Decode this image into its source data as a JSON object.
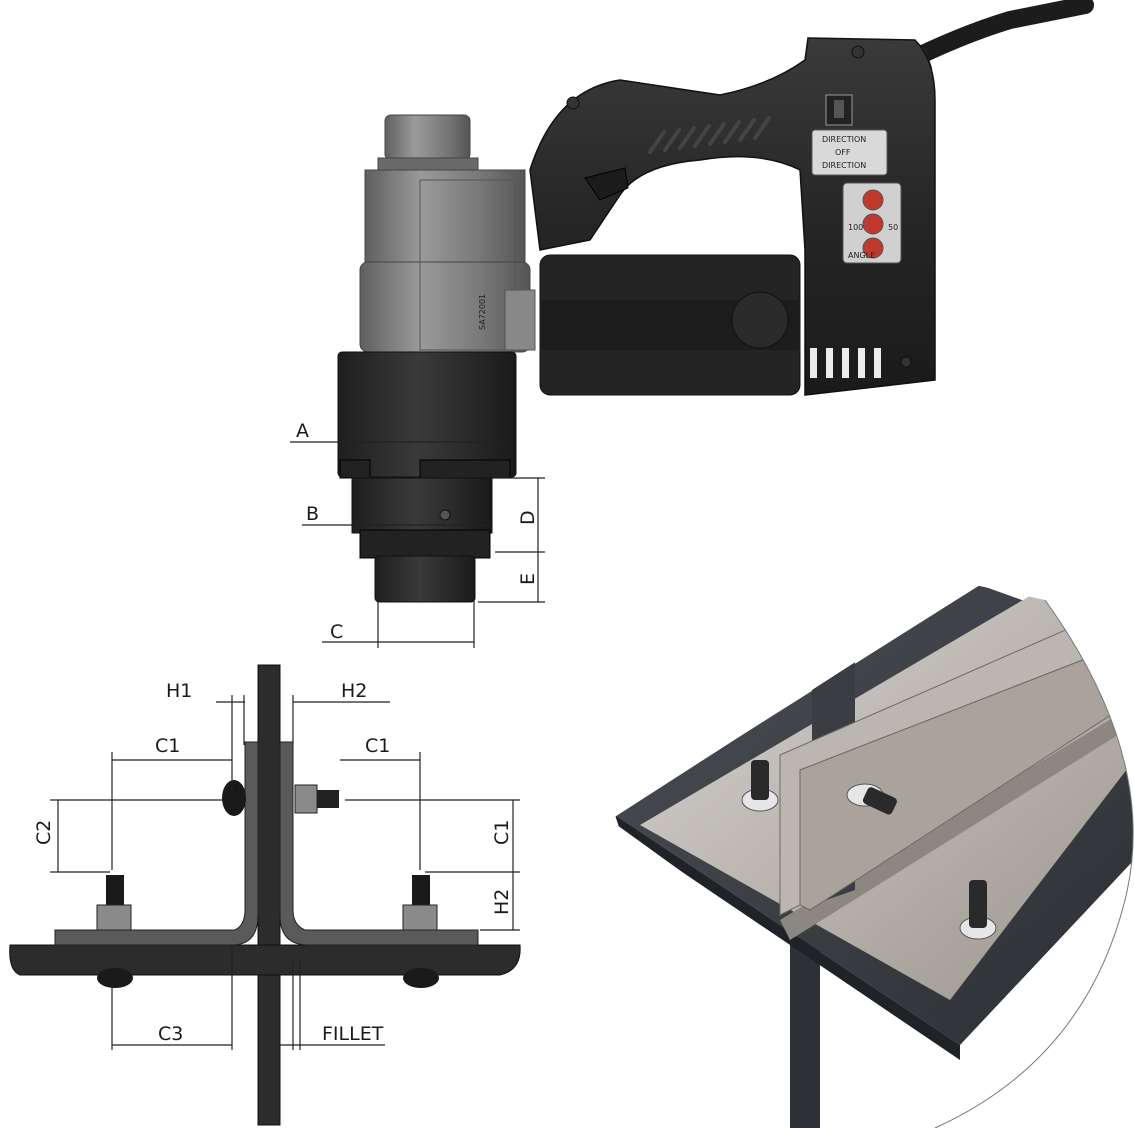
{
  "tool": {
    "serial_label": "SA72001",
    "direction_label_1": "DIRECTION",
    "direction_label_2": "OFF",
    "direction_label_3": "DIRECTION",
    "panel_label_1": "ANGLE",
    "panel_label_2": "100",
    "panel_label_3": "50",
    "colors": {
      "body": "#2b2b2b",
      "gray": "#7d7d7d",
      "light": "#9e9e9e",
      "red": "#c0392b"
    }
  },
  "tool_dimensions": {
    "a": "A",
    "b": "B",
    "c": "C",
    "d": "D",
    "e": "E"
  },
  "joint_dimensions": {
    "h1": "H1",
    "h2_top": "H2",
    "c1_left": "C1",
    "c1_right": "C1",
    "c2": "C2",
    "c1_vertical": "C1",
    "h2_vertical": "H2",
    "c3": "C3",
    "fillet": "FILLET"
  }
}
